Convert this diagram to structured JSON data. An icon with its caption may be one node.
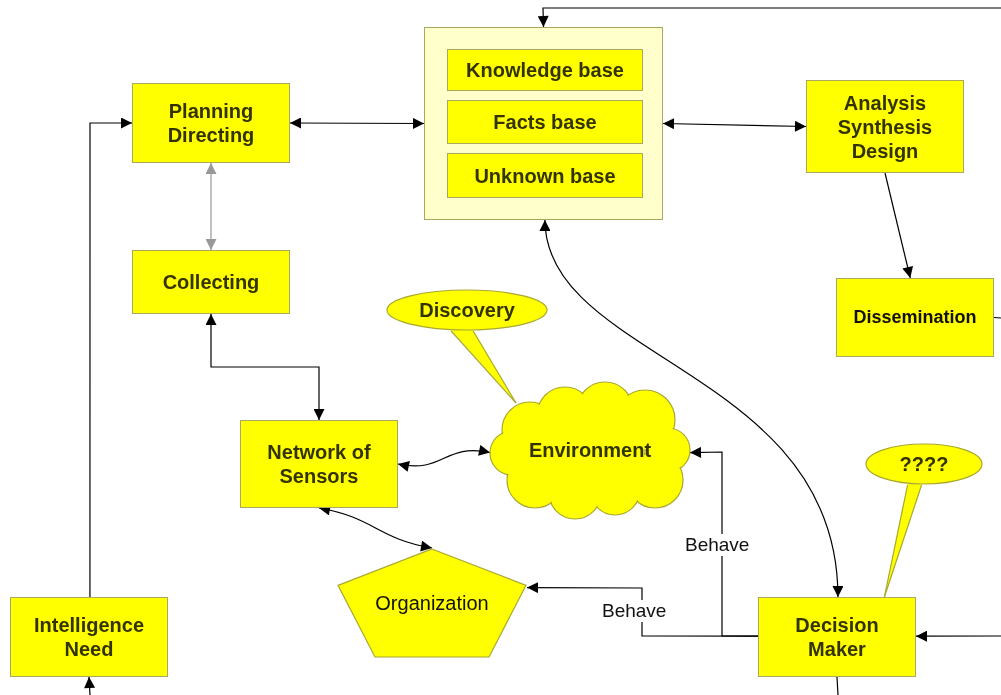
{
  "diagram": {
    "nodes": [
      {
        "text": [],
        "shape": "box"
      },
      {
        "text": [
          "Knowledge base"
        ],
        "in": 0
      },
      {
        "text": [
          "Facts base"
        ],
        "in": 0
      },
      {
        "text": [
          "Unknown base"
        ],
        "in": 0
      },
      {
        "text": [
          "Planning Directing"
        ]
      },
      {
        "text": [
          "Analysis Synthesis Design"
        ]
      },
      {
        "text": [
          "Collecting"
        ]
      },
      {
        "text": [
          "Dissemination"
        ]
      },
      {
        "text": [
          "Discovery"
        ]
      },
      {
        "text": [
          "Network of Sensors"
        ]
      },
      {
        "text": [
          "Environment"
        ]
      },
      {
        "text": [
          "????"
        ]
      },
      {
        "text": [
          "Organization"
        ]
      },
      {
        "text": [
          "Intelligence Need"
        ]
      },
      {
        "text": [
          "Decision Maker"
        ]
      }
    ],
    "edges": [
      {
        "from": 4,
        "to": 0,
        "arrow": "both"
      },
      {
        "from": 0,
        "to": 5,
        "arrow": "both"
      },
      {
        "from": 4,
        "to": 6,
        "arrow": "both",
        "color": "#999999"
      },
      {
        "from": 5,
        "to": 7,
        "arrow": "to"
      },
      {
        "from": 6,
        "to": 9,
        "arrow": "both"
      },
      {
        "from": 9,
        "to": 10,
        "arrow": "both"
      },
      {
        "from": 9,
        "to": 12,
        "arrow": "both"
      },
      {
        "from": 14,
        "to": 10,
        "arrow": "to",
        "label": "Behave"
      },
      {
        "from": 14,
        "to": 12,
        "arrow": "to",
        "label": "Behave"
      },
      {
        "from": 0,
        "to": 14,
        "arrow": "both"
      },
      {
        "from": 13,
        "to": 4,
        "arrow": "to"
      },
      {
        "from": 8,
        "to": 10,
        "arrow": "none",
        "color": "#a8a830"
      },
      {
        "from": 11,
        "to": 14,
        "arrow": "none",
        "color": "#a8a830"
      },
      {
        "from": 7,
        "to": null,
        "arrow": "none"
      },
      {
        "from": null,
        "to": 0,
        "arrow": "to"
      },
      {
        "from": null,
        "to": 14,
        "arrow": "to"
      },
      {
        "from": 14,
        "to": null,
        "arrow": "none"
      },
      {
        "from": null,
        "to": 13,
        "arrow": "to"
      }
    ]
  }
}
